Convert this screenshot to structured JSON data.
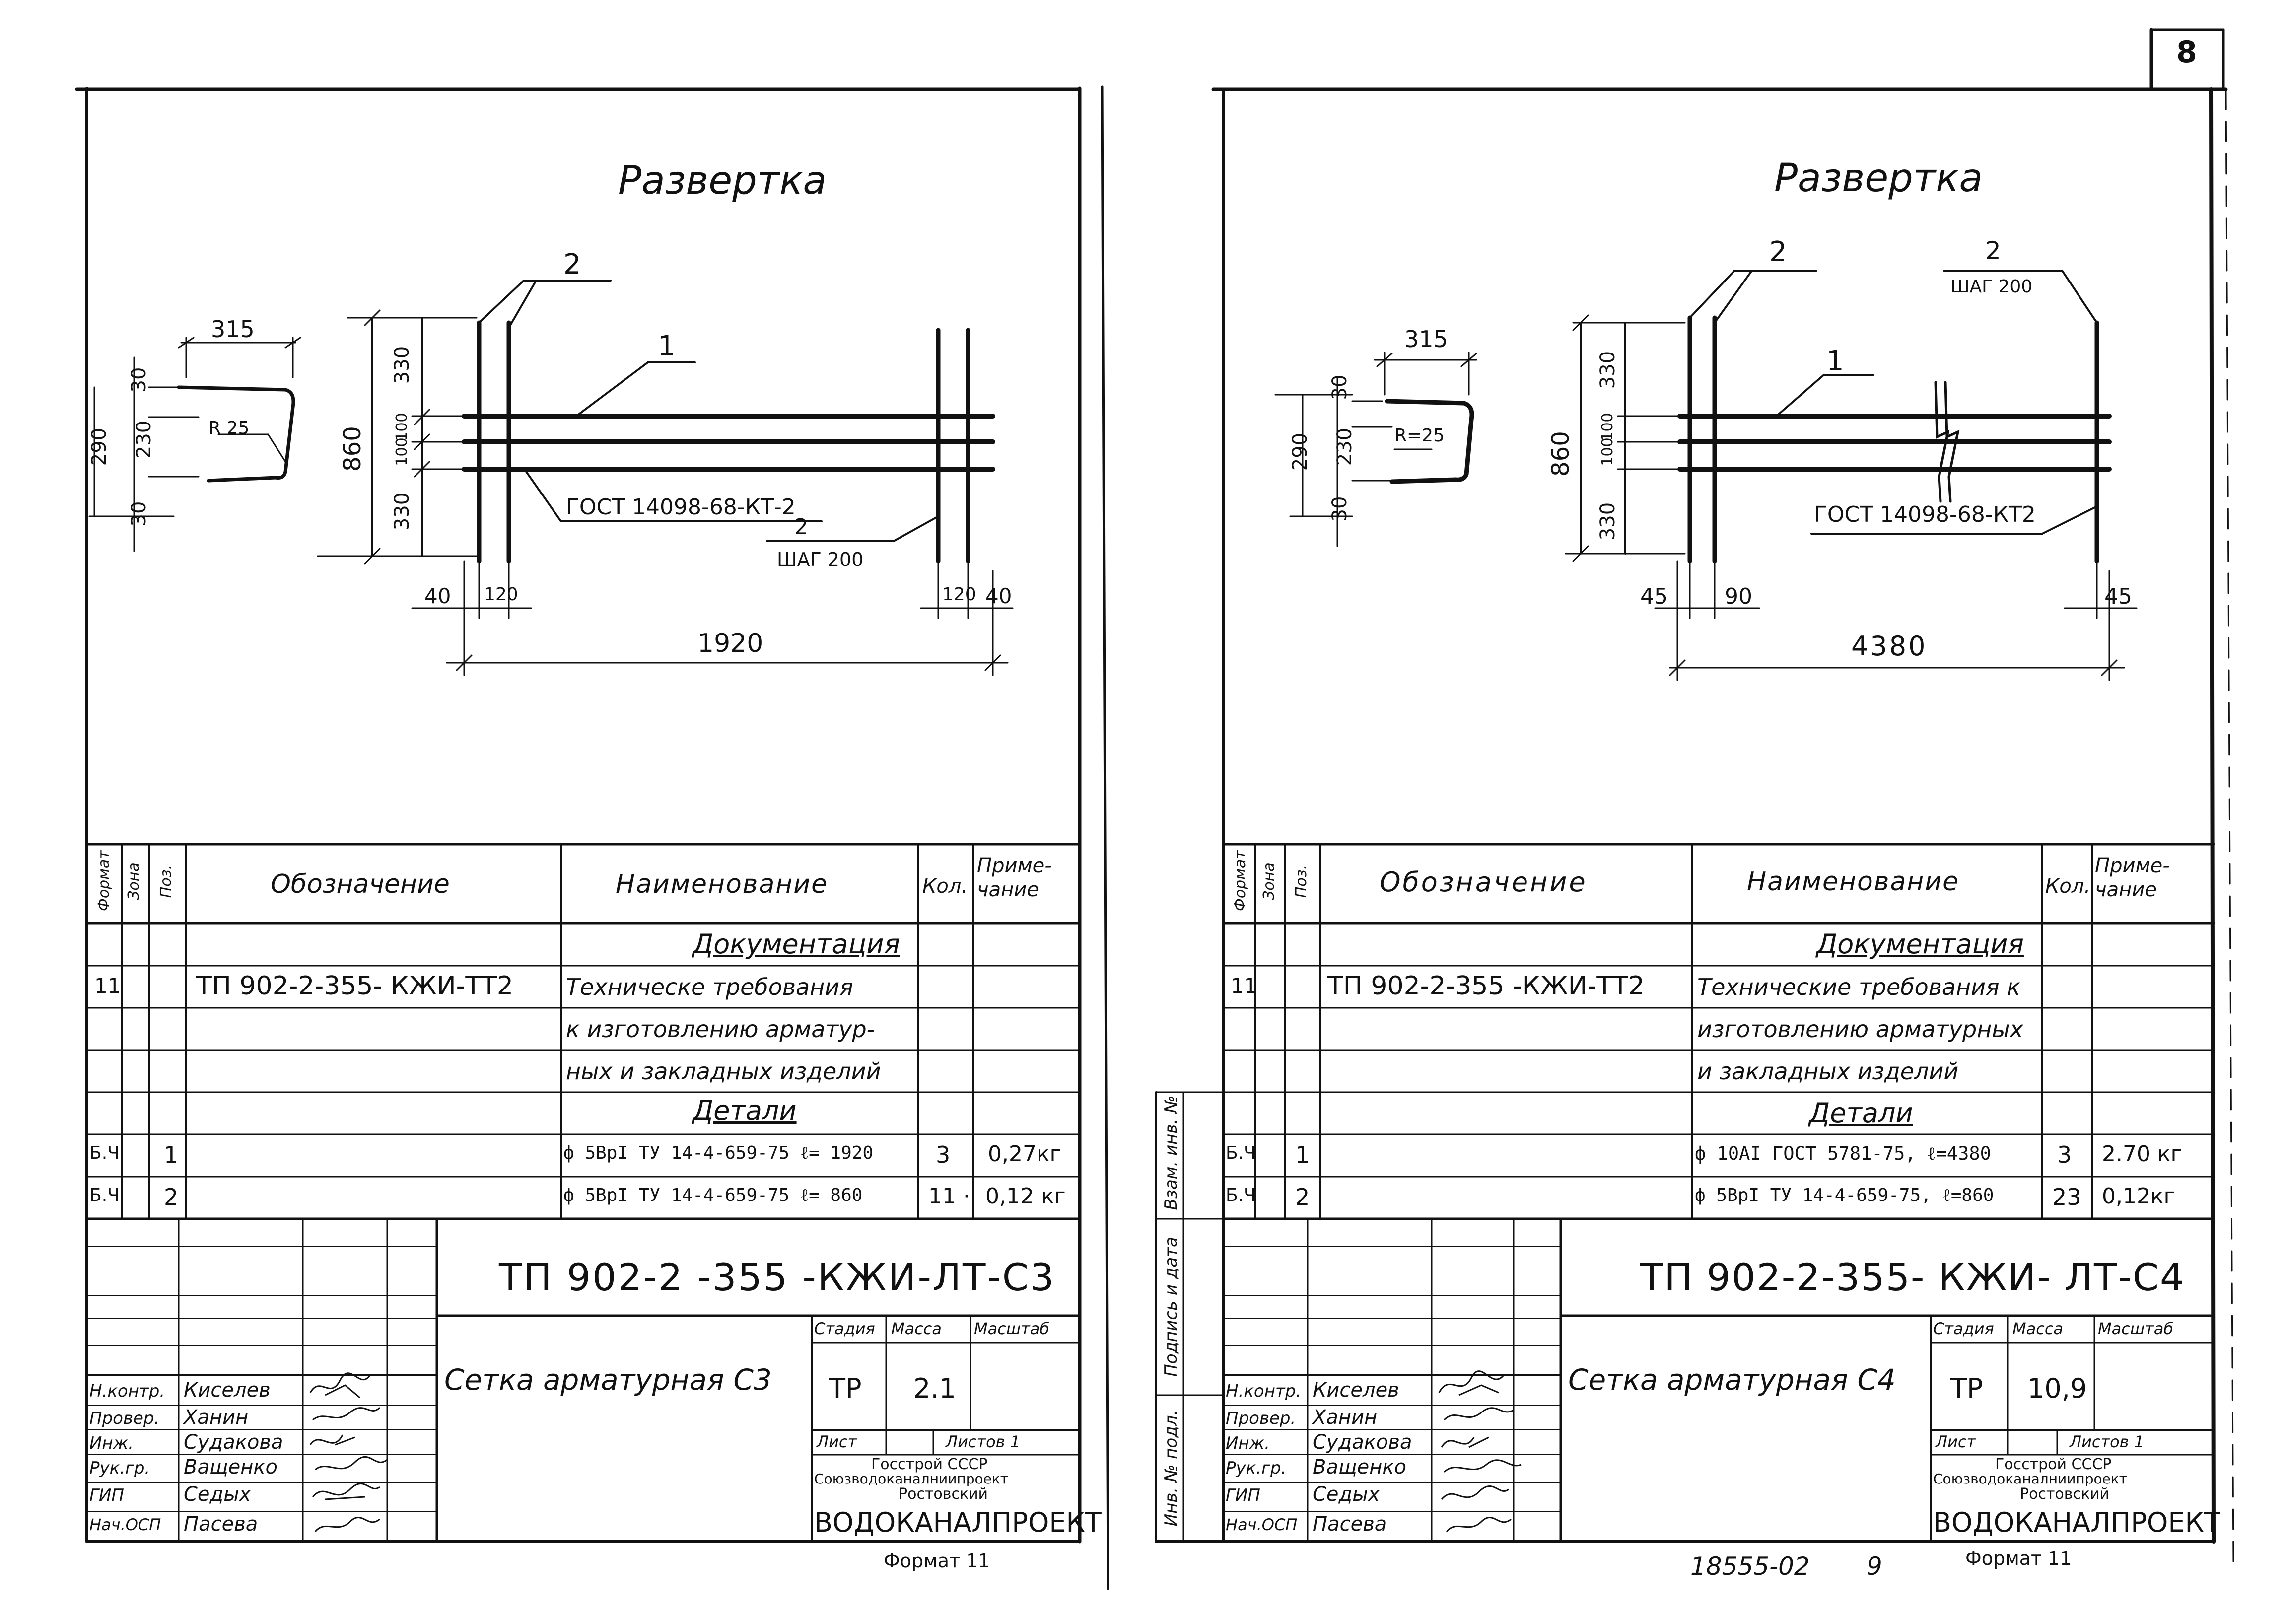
{
  "page_number": "8",
  "footer": {
    "doc_code": "18555-02",
    "page": "9"
  },
  "sheets": [
    {
      "drawing": {
        "title": "Развертка",
        "pos2_top": "2",
        "pos1": "1",
        "gost": "ГОСТ 14098-68-КТ-2",
        "step_pos": "2",
        "step": "шаг 200",
        "bend_len": "315",
        "bend_30_top": "30",
        "bend_230": "230",
        "bend_290": "290",
        "bend_30_bot": "30",
        "radius": "R 25",
        "h860": "860",
        "v330_top": "330",
        "v100a": "100",
        "v100b": "100",
        "v330_bot": "330",
        "d_left": "40",
        "d_left2": "120",
        "d_right2": "120",
        "d_right": "40",
        "length": "1920"
      },
      "spec": {
        "headers": {
          "format": "Формат",
          "zone": "Зона",
          "pos": "Поз.",
          "designation": "Обозначение",
          "name": "Наименование",
          "qty": "Кол.",
          "note": "Приме-чание"
        },
        "section_docs": "Документация",
        "doc_row": {
          "format": "11",
          "designation": "ТП 902-2-355- КЖИ-ТТ2"
        },
        "doc_lines": [
          "Техническе требования",
          "к изготовлению арматур-",
          "ных и закладных изделий"
        ],
        "section_details": "Детали",
        "rows": [
          {
            "format": "Б.Ч",
            "pos": "1",
            "name": "ф 5ВрI ТУ 14-4-659-75  ℓ= 1920",
            "qty": "3",
            "note": "0,27кг"
          },
          {
            "format": "Б.Ч",
            "pos": "2",
            "name": "ф 5ВрI ТУ 14-4-659-75  ℓ= 860",
            "qty": "11 ·",
            "note": "0,12 кг"
          }
        ]
      },
      "stamp": {
        "code": "ТП 902-2 -355 -КЖИ-ЛТ-С3",
        "title": "Сетка арматурная С3",
        "stage_label": "Стадия",
        "mass_label": "Масса",
        "scale_label": "Масштаб",
        "stage": "ТР",
        "mass": "2.1",
        "sheet_label": "Лист",
        "sheets_label": "Листов 1",
        "org1": "Госстрой СССР",
        "org2": "Союзводоканалниипроект",
        "org3": "Ростовский",
        "org4": "ВОДОКАНАЛПРОЕКТ",
        "people": [
          {
            "role": "Н.контр.",
            "name": "Киселев"
          },
          {
            "role": "Провер.",
            "name": "Ханин"
          },
          {
            "role": "Инж.",
            "name": "Судакова"
          },
          {
            "role": "Рук.гр.",
            "name": "Ващенко"
          },
          {
            "role": "ГИП",
            "name": "Седых"
          },
          {
            "role": "Нач.ОСП",
            "name": "Пасева"
          }
        ]
      },
      "format_label": "Формат  11"
    },
    {
      "drawing": {
        "title": "Развертка",
        "pos2_top": "2",
        "pos2_step": "2",
        "step": "шаг 200",
        "pos1": "1",
        "gost": "ГОСТ 14098-68-КТ2",
        "bend_len": "315",
        "bend_30_top": "30",
        "bend_230": "230",
        "bend_290": "290",
        "bend_30_bot": "30",
        "radius": "R=25",
        "h860": "860",
        "v330_top": "330",
        "v100a": "100",
        "v100b": "100",
        "v330_bot": "330",
        "d_left": "45",
        "d_left2": "90",
        "d_right": "45",
        "length": "4380"
      },
      "spec": {
        "headers": {
          "format": "Формат",
          "zone": "Зона",
          "pos": "Поз.",
          "designation": "Обозначение",
          "name": "Наименование",
          "qty": "Кол.",
          "note": "Приме-чание"
        },
        "section_docs": "Документация",
        "doc_row": {
          "format": "11",
          "designation": "ТП 902-2-355 -КЖИ-ТТ2"
        },
        "doc_lines": [
          "Технические требования к",
          "изготовлению арматурных",
          "и закладных изделий"
        ],
        "section_details": "Детали",
        "rows": [
          {
            "format": "Б.Ч",
            "pos": "1",
            "name": "ф 10АI ГОСТ 5781-75, ℓ=4380",
            "qty": "3",
            "note": "2.70 кг"
          },
          {
            "format": "Б.Ч",
            "pos": "2",
            "name": "ф 5ВрI ТУ 14-4-659-75, ℓ=860",
            "qty": "23",
            "note": "0,12кг"
          }
        ]
      },
      "stamp": {
        "code": "ТП 902-2-355- КЖИ- ЛТ-С4",
        "title": "Сетка арматурная С4",
        "stage_label": "Стадия",
        "mass_label": "Масса",
        "scale_label": "Масштаб",
        "stage": "ТР",
        "mass": "10,9",
        "sheet_label": "Лист",
        "sheets_label": "Листов 1",
        "org1": "Госстрой СССР",
        "org2": "Союзводоканалниипроект",
        "org3": "Ростовский",
        "org4": "ВОДОКАНАЛПРОЕКТ",
        "people": [
          {
            "role": "Н.контр.",
            "name": "Киселев"
          },
          {
            "role": "Провер.",
            "name": "Ханин"
          },
          {
            "role": "Инж.",
            "name": "Судакова"
          },
          {
            "role": "Рук.гр.",
            "name": "Ващенко"
          },
          {
            "role": "ГИП",
            "name": "Седых"
          },
          {
            "role": "Нач.ОСП",
            "name": "Пасева"
          }
        ]
      },
      "side_stamp": [
        "Взам. инв. №",
        "Подпись и дата",
        "Инв. № подл."
      ],
      "format_label": "Формат  11"
    }
  ]
}
